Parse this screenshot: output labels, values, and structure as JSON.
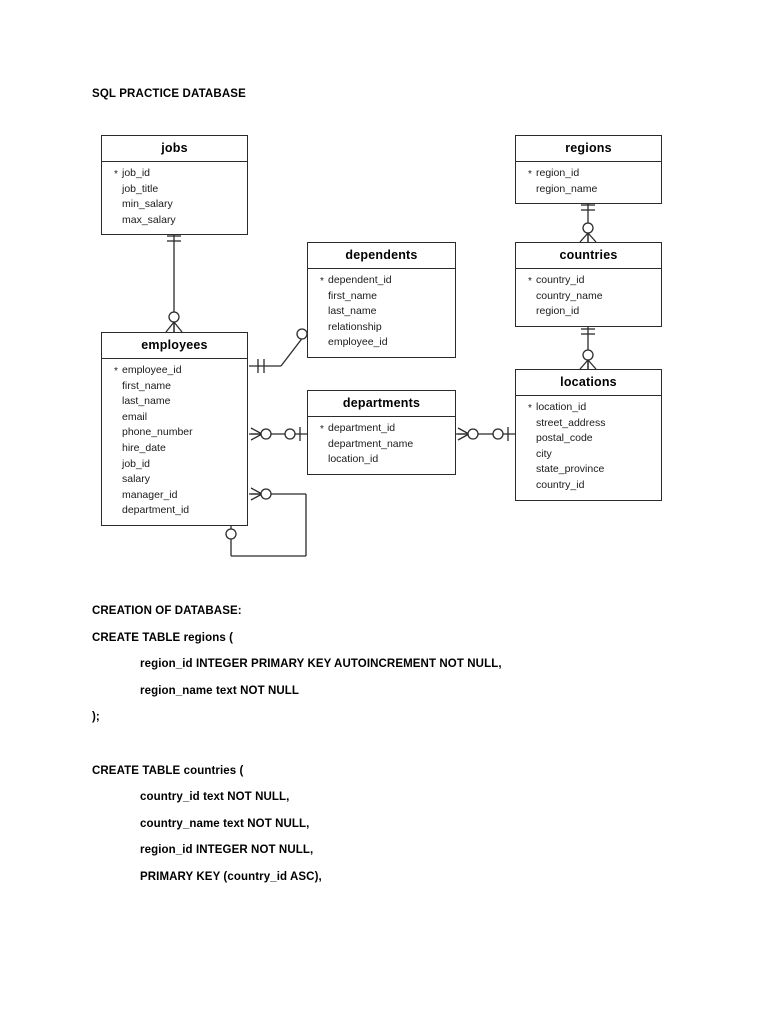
{
  "document": {
    "title": "SQL PRACTICE DATABASE",
    "background_color": "#ffffff",
    "text_color": "#000000",
    "line_color": "#2b2b2b"
  },
  "diagram": {
    "type": "entity-relationship-diagram",
    "notation": "crow's foot",
    "pk_marker": "*",
    "entities": [
      {
        "id": "jobs",
        "name": "jobs",
        "fields": [
          {
            "name": "job_id",
            "pk": true
          },
          {
            "name": "job_title",
            "pk": false
          },
          {
            "name": "min_salary",
            "pk": false
          },
          {
            "name": "max_salary",
            "pk": false
          }
        ]
      },
      {
        "id": "employees",
        "name": "employees",
        "fields": [
          {
            "name": "employee_id",
            "pk": true
          },
          {
            "name": "first_name",
            "pk": false
          },
          {
            "name": "last_name",
            "pk": false
          },
          {
            "name": "email",
            "pk": false
          },
          {
            "name": "phone_number",
            "pk": false
          },
          {
            "name": "hire_date",
            "pk": false
          },
          {
            "name": "job_id",
            "pk": false
          },
          {
            "name": "salary",
            "pk": false
          },
          {
            "name": "manager_id",
            "pk": false
          },
          {
            "name": "department_id",
            "pk": false
          }
        ]
      },
      {
        "id": "dependents",
        "name": "dependents",
        "fields": [
          {
            "name": "dependent_id",
            "pk": true
          },
          {
            "name": "first_name",
            "pk": false
          },
          {
            "name": "last_name",
            "pk": false
          },
          {
            "name": "relationship",
            "pk": false
          },
          {
            "name": "employee_id",
            "pk": false
          }
        ]
      },
      {
        "id": "departments",
        "name": "departments",
        "fields": [
          {
            "name": "department_id",
            "pk": true
          },
          {
            "name": "department_name",
            "pk": false
          },
          {
            "name": "location_id",
            "pk": false
          }
        ]
      },
      {
        "id": "regions",
        "name": "regions",
        "fields": [
          {
            "name": "region_id",
            "pk": true
          },
          {
            "name": "region_name",
            "pk": false
          }
        ]
      },
      {
        "id": "countries",
        "name": "countries",
        "fields": [
          {
            "name": "country_id",
            "pk": true
          },
          {
            "name": "country_name",
            "pk": false
          },
          {
            "name": "region_id",
            "pk": false
          }
        ]
      },
      {
        "id": "locations",
        "name": "locations",
        "fields": [
          {
            "name": "location_id",
            "pk": true
          },
          {
            "name": "street_address",
            "pk": false
          },
          {
            "name": "postal_code",
            "pk": false
          },
          {
            "name": "city",
            "pk": false
          },
          {
            "name": "state_province",
            "pk": false
          },
          {
            "name": "country_id",
            "pk": false
          }
        ]
      }
    ],
    "relationships": [
      {
        "from": "jobs",
        "to": "employees",
        "from_cardinality": "one",
        "to_cardinality": "zero-or-many"
      },
      {
        "from": "employees",
        "to": "dependents",
        "from_cardinality": "one",
        "to_cardinality": "zero-or-many"
      },
      {
        "from": "employees",
        "to": "departments",
        "from_cardinality": "zero-or-many",
        "to_cardinality": "zero-or-one"
      },
      {
        "from": "departments",
        "to": "locations",
        "from_cardinality": "zero-or-many",
        "to_cardinality": "zero-or-one"
      },
      {
        "from": "regions",
        "to": "countries",
        "from_cardinality": "one",
        "to_cardinality": "zero-or-many"
      },
      {
        "from": "countries",
        "to": "locations",
        "from_cardinality": "one",
        "to_cardinality": "zero-or-many"
      },
      {
        "from": "employees",
        "to": "employees",
        "from_cardinality": "zero-or-many",
        "to_cardinality": "zero-or-one"
      }
    ]
  },
  "sql": {
    "heading": "CREATION OF DATABASE:",
    "lines": [
      {
        "text": "CREATE TABLE regions (",
        "indent": false
      },
      {
        "text": "region_id INTEGER PRIMARY KEY AUTOINCREMENT NOT NULL,",
        "indent": true
      },
      {
        "text": "region_name text NOT NULL",
        "indent": true
      },
      {
        "text": ");",
        "indent": false
      },
      {
        "text": "",
        "indent": false
      },
      {
        "text": "CREATE TABLE countries (",
        "indent": false
      },
      {
        "text": "country_id text NOT NULL,",
        "indent": true
      },
      {
        "text": "country_name text NOT NULL,",
        "indent": true
      },
      {
        "text": "region_id INTEGER NOT NULL,",
        "indent": true
      },
      {
        "text": "PRIMARY KEY (country_id ASC),",
        "indent": true
      }
    ]
  }
}
